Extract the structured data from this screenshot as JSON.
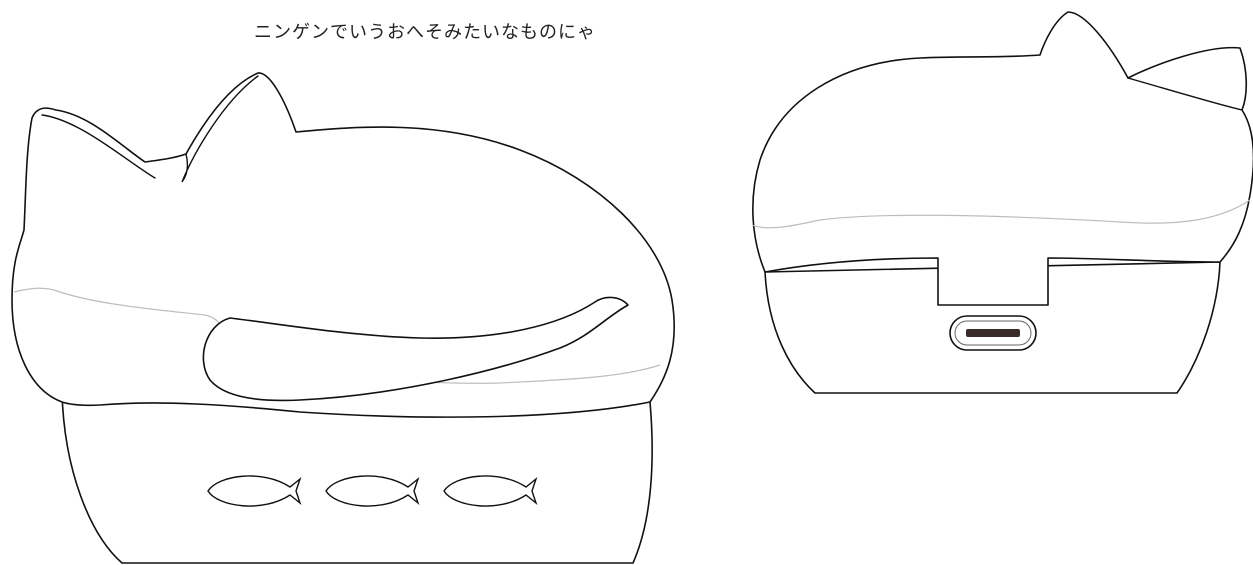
{
  "caption": "ニンゲンでいうおへそみたいなものにゃ",
  "colors": {
    "outline": "#111111",
    "seam": "#bdbdbd",
    "port_fill": "#3a2a2a",
    "background": "#ffffff"
  },
  "figures": [
    {
      "name": "cat-case-front-view",
      "decorations": [
        "fish-icon",
        "fish-icon",
        "fish-icon"
      ]
    },
    {
      "name": "cat-case-back-view",
      "decorations": [
        "usb-c-port-icon"
      ]
    }
  ]
}
